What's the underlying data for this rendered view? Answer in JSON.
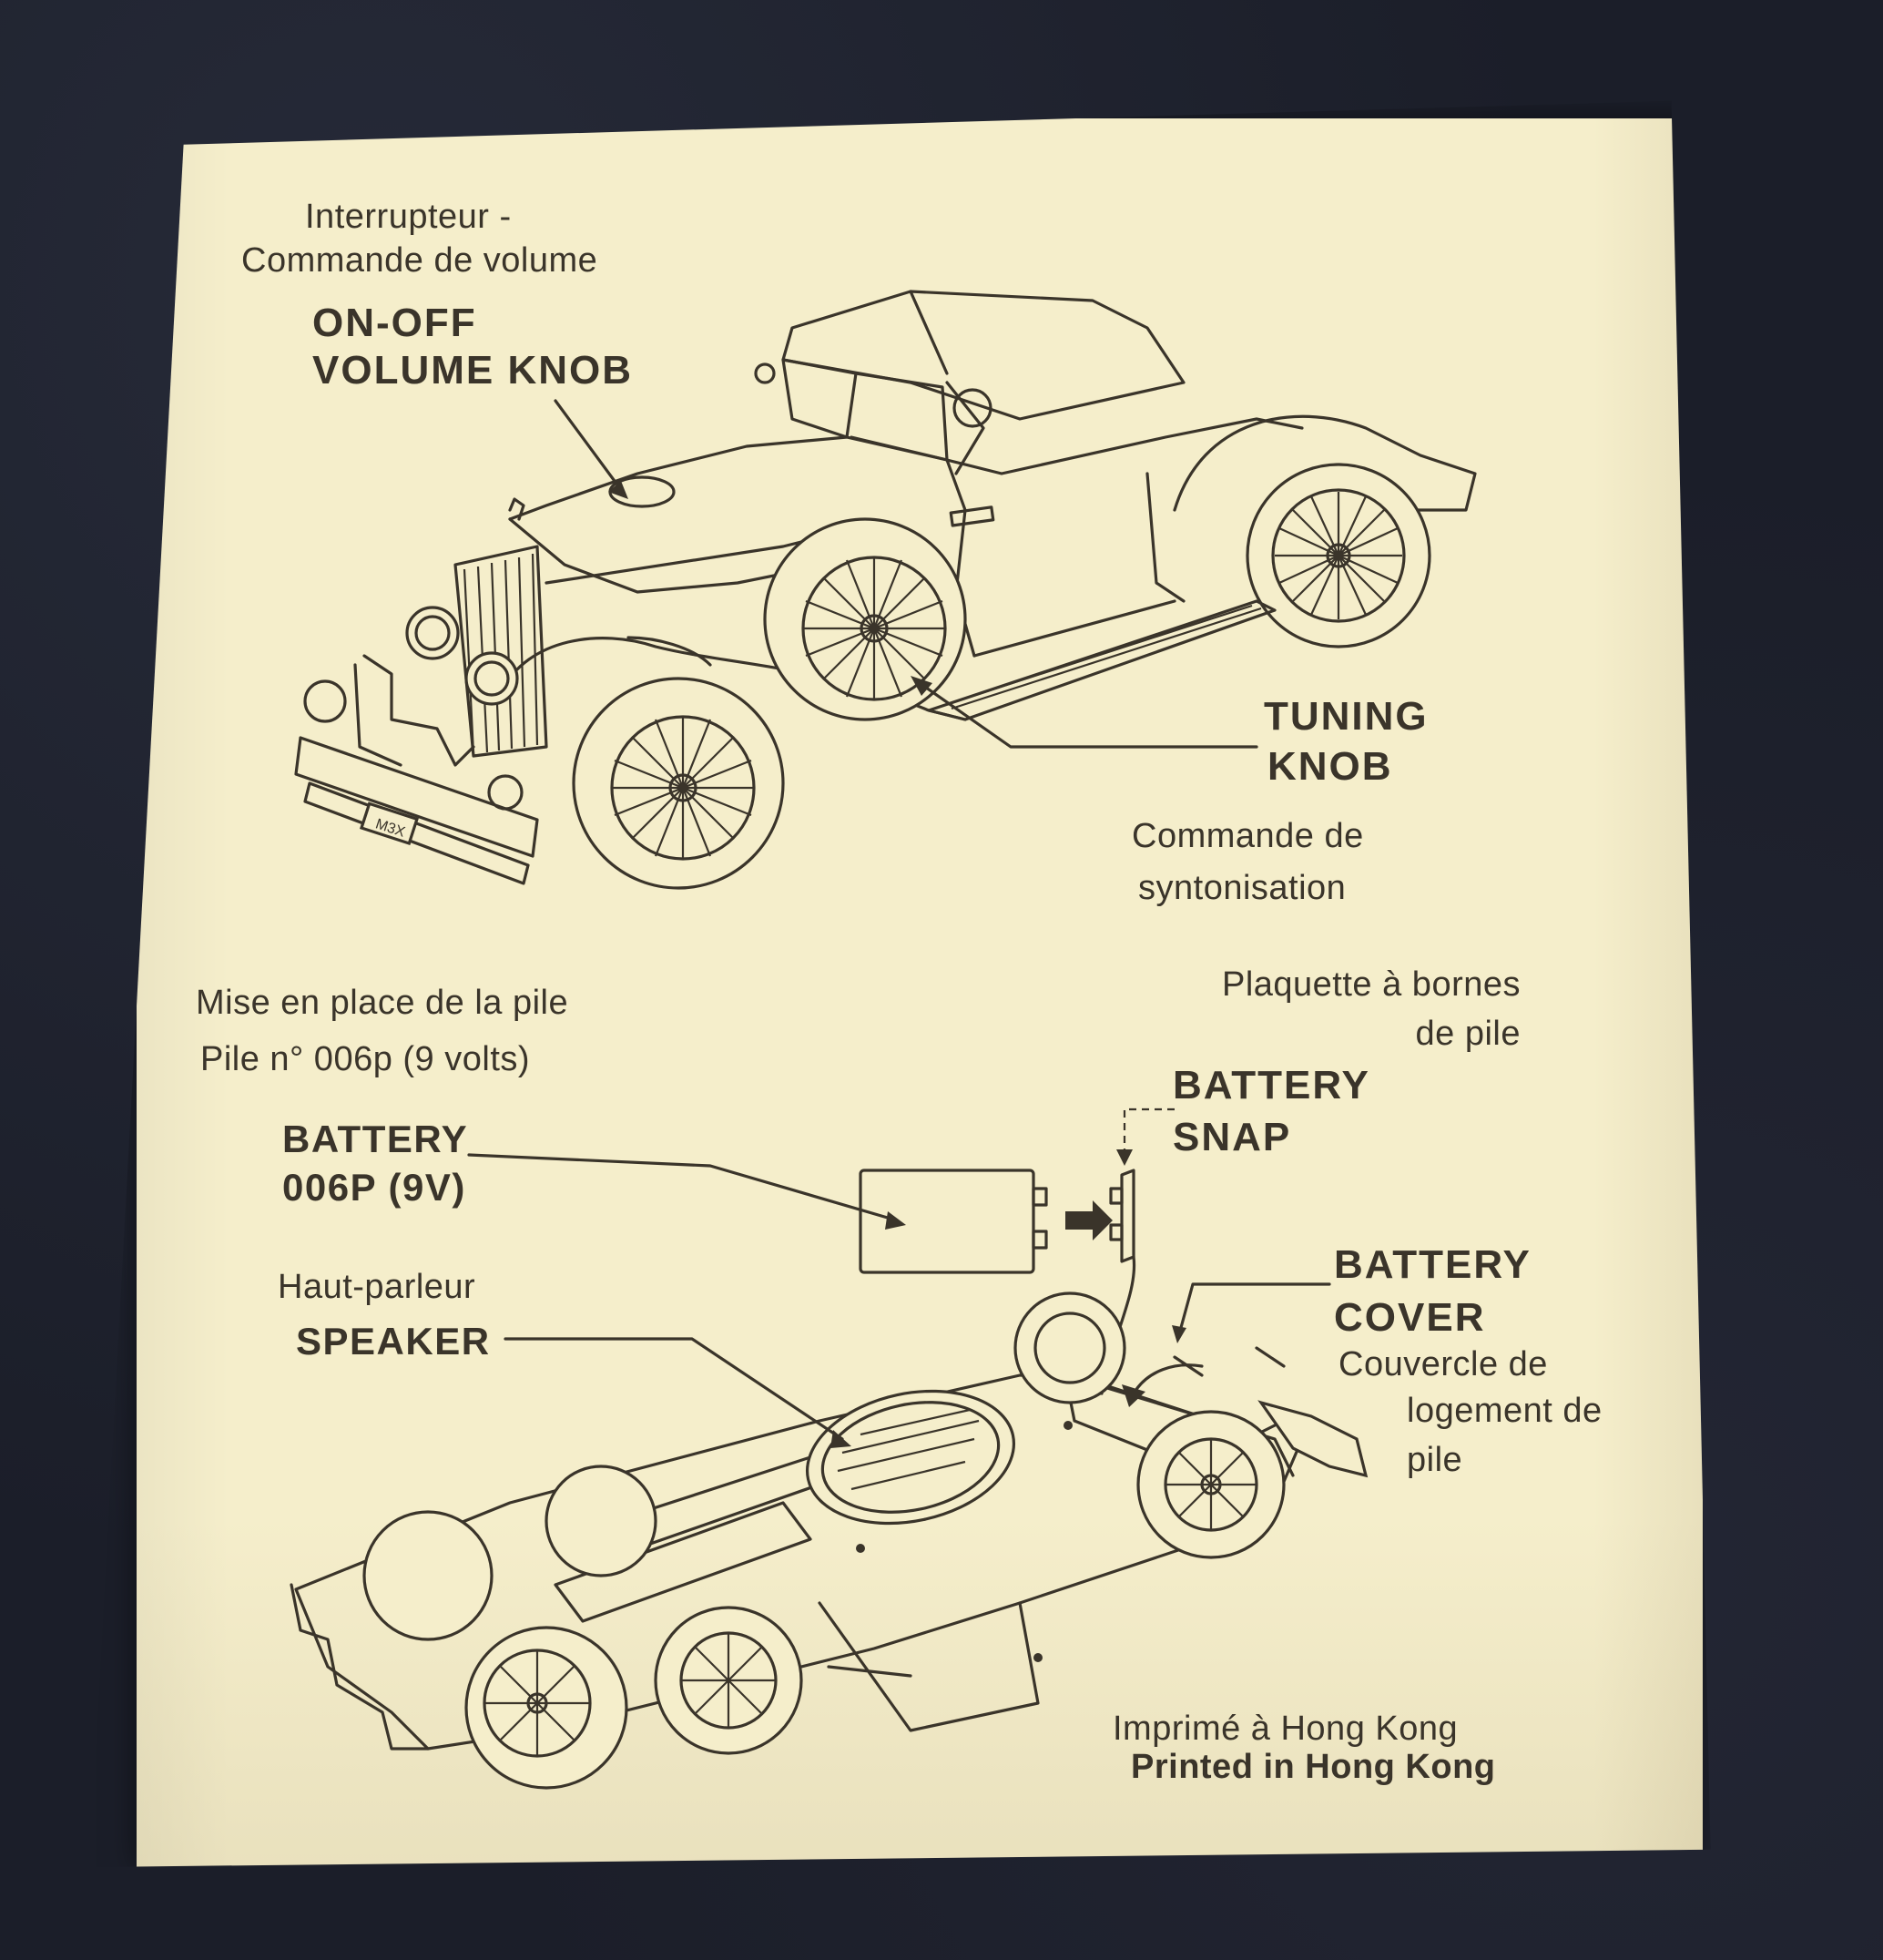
{
  "labels": {
    "volume_fr_1": "Interrupteur -",
    "volume_fr_2": "Commande de volume",
    "volume_en_1": "ON-OFF",
    "volume_en_2": "VOLUME KNOB",
    "tuning_en_1": "TUNING",
    "tuning_en_2": "KNOB",
    "tuning_fr_1": "Commande de",
    "tuning_fr_2": "syntonisation",
    "battery_place_fr_1": "Mise en place de la pile",
    "battery_place_fr_2": "Pile n° 006p (9 volts)",
    "snap_fr_1": "Plaquette à bornes",
    "snap_fr_2": "de pile",
    "snap_en_1": "BATTERY",
    "snap_en_2": "SNAP",
    "battery_en_1": "BATTERY",
    "battery_en_2": "006P (9V)",
    "speaker_fr": "Haut-parleur",
    "speaker_en": "SPEAKER",
    "cover_en_1": "BATTERY",
    "cover_en_2": "COVER",
    "cover_fr_1": "Couvercle de",
    "cover_fr_2": "logement de",
    "cover_fr_3": "pile",
    "printed_fr": "Imprimé à Hong Kong",
    "printed_en": "Printed in Hong Kong",
    "plate": "M3X"
  },
  "colors": {
    "paper": "#f5eecb",
    "ink": "#3a342a",
    "background": "#1b1e29"
  }
}
